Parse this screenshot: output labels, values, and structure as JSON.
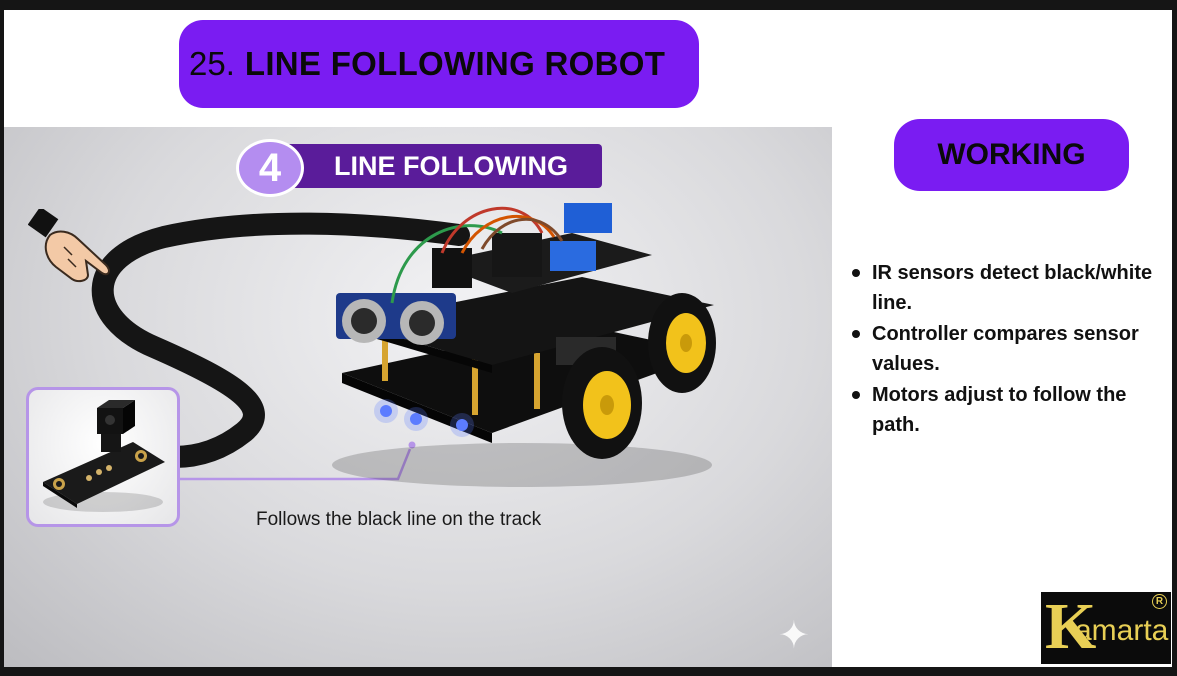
{
  "slide": {
    "title_number": "25.",
    "title_text": "LINE FOLLOWING ROBOT"
  },
  "photo": {
    "badge_number": "4",
    "badge_label": "LINE FOLLOWING",
    "caption": "Follows the black line on the track",
    "icons": [
      "pointing-hand-icon",
      "sparkle-icon",
      "ir-sensor-module",
      "robot-car"
    ]
  },
  "working": {
    "heading": "WORKING",
    "bullets": [
      "IR sensors detect black/white line.",
      "Controller compares sensor values.",
      "Motors adjust to follow the path."
    ]
  },
  "logo": {
    "initial": "K",
    "rest": "amarta",
    "registered": "R"
  },
  "colors": {
    "accent_purple": "#7a1cf2",
    "badge_purple": "#5a1c9a",
    "badge_circle": "#b48df0",
    "frame_lavender": "#b695e8",
    "logo_gold": "#e8cf55"
  }
}
